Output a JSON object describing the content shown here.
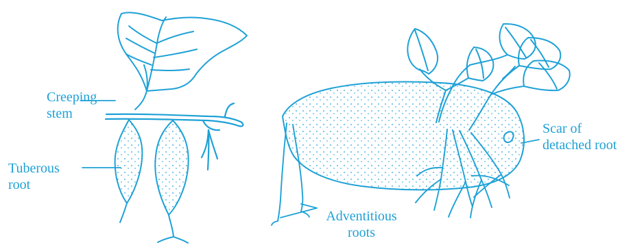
{
  "labels": {
    "creeping_stem": {
      "line1": "Creeping",
      "line2": "stem"
    },
    "tuberous_root": {
      "line1": "Tuberous",
      "line2": "root"
    },
    "adventitious_roots": {
      "line1": "Adventitious",
      "line2": "roots"
    },
    "scar_detached_root": {
      "line1": "Scar of",
      "line2": "detached root"
    }
  },
  "colors": {
    "ink": "#1ea1d6",
    "background": "#ffffff"
  }
}
